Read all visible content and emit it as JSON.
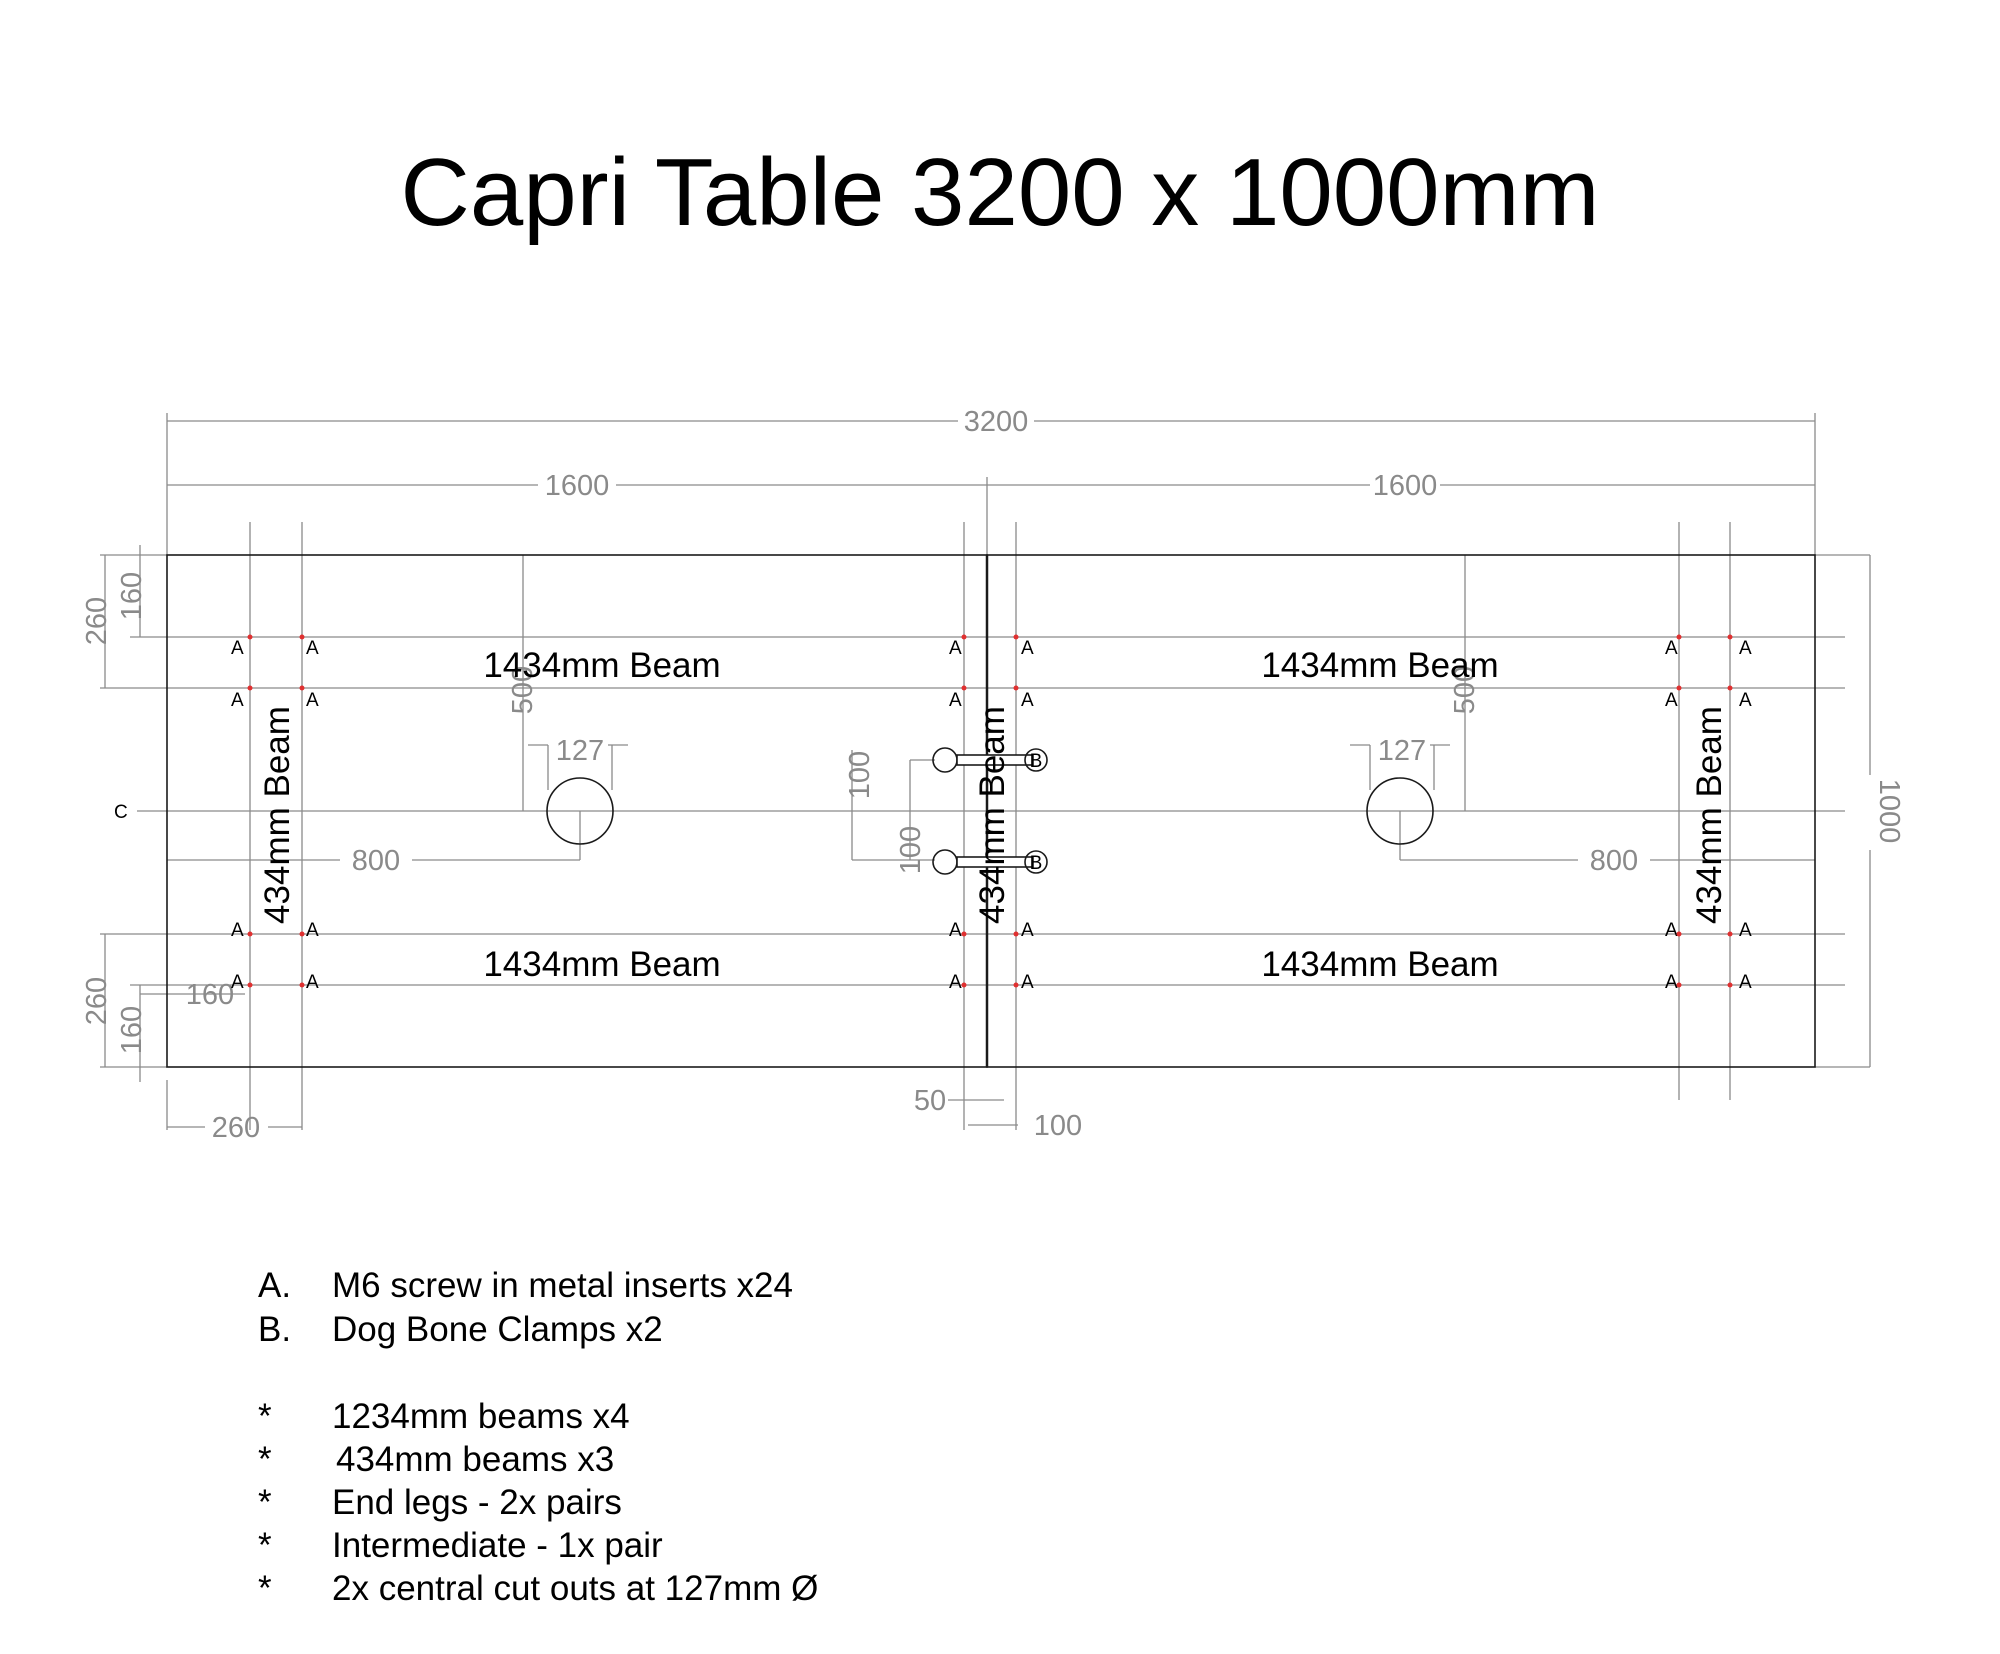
{
  "title": "Capri Table 3200 x 1000mm",
  "dimensions": {
    "overall_length": "3200",
    "half_left": "1600",
    "half_right": "1600",
    "width": "1000",
    "top_160": "160",
    "top_260": "260",
    "bottom_260": "260",
    "bottom_160": "160",
    "inset_160": "160",
    "leg_260": "260",
    "gap_50": "50",
    "gap_100": "100",
    "hole_offset_left": "800",
    "hole_offset_right": "800",
    "hole_dia_left": "127",
    "hole_dia_right": "127",
    "depth_left": "500",
    "depth_right": "500",
    "clamp_100_a": "100",
    "clamp_100_b": "100"
  },
  "beams": {
    "top_left": "1434mm Beam",
    "top_right": "1434mm Beam",
    "bottom_left": "1434mm Beam",
    "bottom_right": "1434mm Beam",
    "cross_left": "434mm Beam",
    "cross_center": "434mm Beam",
    "cross_right": "434mm Beam"
  },
  "markers": {
    "screw": "A",
    "clamp": "B",
    "center": "C"
  },
  "legend": {
    "items": [
      {
        "mark": "A.",
        "text": "M6 screw in metal inserts x24"
      },
      {
        "mark": "B.",
        "text": "Dog Bone Clamps x2"
      }
    ],
    "notes": [
      {
        "mark": "*",
        "text": "1234mm beams x4"
      },
      {
        "mark": "*",
        "text": "434mm beams x3"
      },
      {
        "mark": "*",
        "text": "End legs - 2x pairs"
      },
      {
        "mark": "*",
        "text": "Intermediate - 1x pair"
      },
      {
        "mark": "*",
        "text": "2x central cut outs at 127mm Ø"
      }
    ]
  },
  "colors": {
    "outline": "#000000",
    "dimension": "#8a8a8a",
    "screw_dot": "#e03030"
  }
}
